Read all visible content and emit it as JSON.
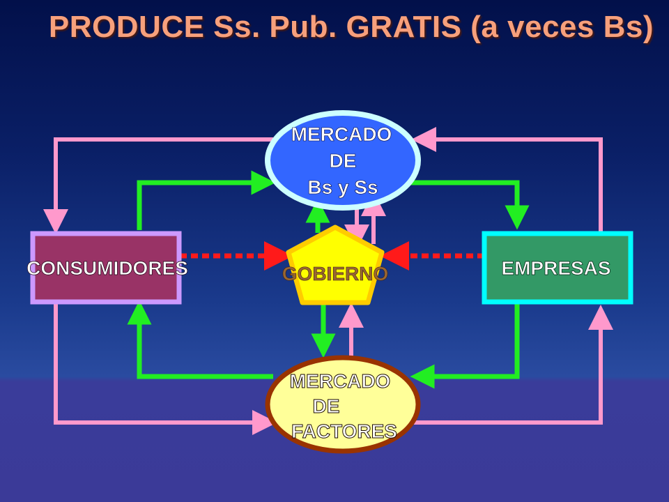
{
  "title": "PRODUCE Ss. Pub. GRATIS (a veces Bs)",
  "nodes": {
    "mercado_bienes": {
      "lines": [
        "MERCADO",
        "DE",
        "Bs y Ss"
      ]
    },
    "consumidores": {
      "label": "CONSUMIDORES"
    },
    "empresas": {
      "label": "EMPRESAS"
    },
    "gobierno": {
      "label": "GOBIERNO"
    },
    "mercado_factores": {
      "lines": [
        "MERCADO",
        "DE",
        "FACTORES"
      ]
    }
  },
  "colors": {
    "real_flow": "#ff99cc",
    "money_flow": "#22ee22",
    "government_link": "#ff1a1a",
    "consumidores_fill": "#993366",
    "consumidores_border": "#cc99ff",
    "empresas_fill": "#339966",
    "empresas_border": "#00ffff",
    "gobierno_fill": "#ffff00",
    "gobierno_border": "#ffcc00",
    "mercado_bienes_fill": "#3366ff",
    "mercado_bienes_border": "#ccffff",
    "mercado_factores_fill": "#ffff99",
    "mercado_factores_border": "#993300"
  }
}
